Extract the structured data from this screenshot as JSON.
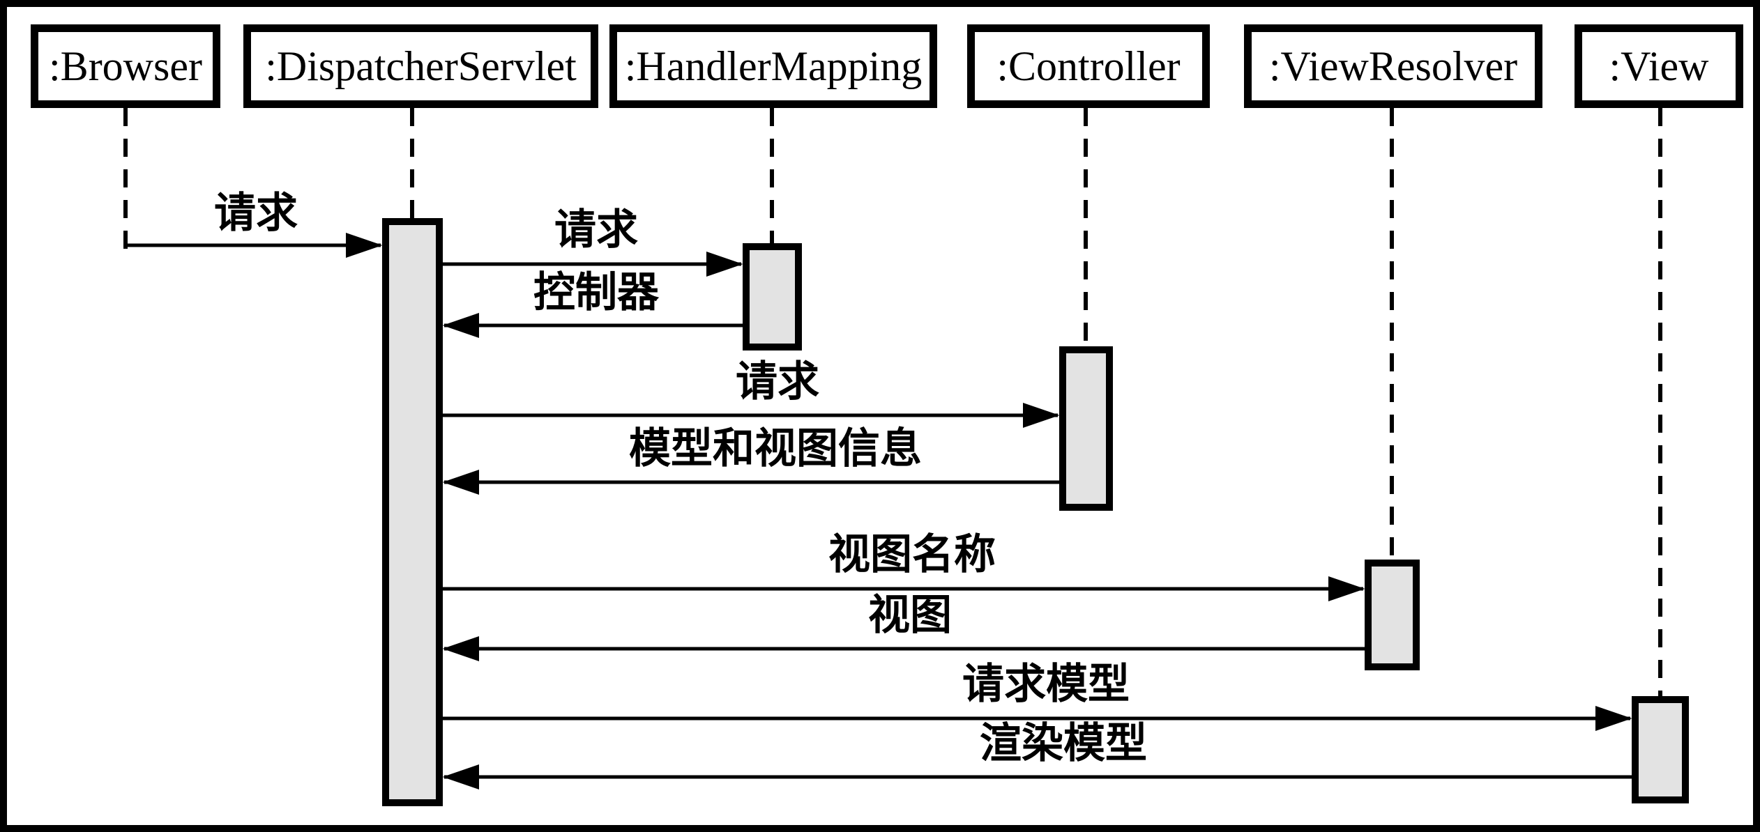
{
  "diagram": {
    "title": "Spring MVC sequence diagram",
    "participants": [
      {
        "id": "browser",
        "label": ":Browser"
      },
      {
        "id": "dispatcher-servlet",
        "label": ":DispatcherServlet"
      },
      {
        "id": "handler-mapping",
        "label": ":HandlerMapping"
      },
      {
        "id": "controller",
        "label": ":Controller"
      },
      {
        "id": "view-resolver",
        "label": ":ViewResolver"
      },
      {
        "id": "view",
        "label": ":View"
      }
    ],
    "messages": [
      {
        "label": "请求",
        "from": ":Browser",
        "to": ":DispatcherServlet",
        "direction": "right"
      },
      {
        "label": "请求",
        "from": ":DispatcherServlet",
        "to": ":HandlerMapping",
        "direction": "right"
      },
      {
        "label": "控制器",
        "from": ":HandlerMapping",
        "to": ":DispatcherServlet",
        "direction": "left"
      },
      {
        "label": "请求",
        "from": ":DispatcherServlet",
        "to": ":Controller",
        "direction": "right"
      },
      {
        "label": "模型和视图信息",
        "from": ":Controller",
        "to": ":DispatcherServlet",
        "direction": "left"
      },
      {
        "label": "视图名称",
        "from": ":DispatcherServlet",
        "to": ":ViewResolver",
        "direction": "right"
      },
      {
        "label": "视图",
        "from": ":ViewResolver",
        "to": ":DispatcherServlet",
        "direction": "left"
      },
      {
        "label": "请求模型",
        "from": ":DispatcherServlet",
        "to": ":View",
        "direction": "right"
      },
      {
        "label": "渲染模型",
        "from": ":View",
        "to": ":DispatcherServlet",
        "direction": "left"
      }
    ],
    "colors": {
      "line": "#000000",
      "activation_fill": "#e3e3e3",
      "background": "#ffffff",
      "border": "#000000"
    }
  }
}
